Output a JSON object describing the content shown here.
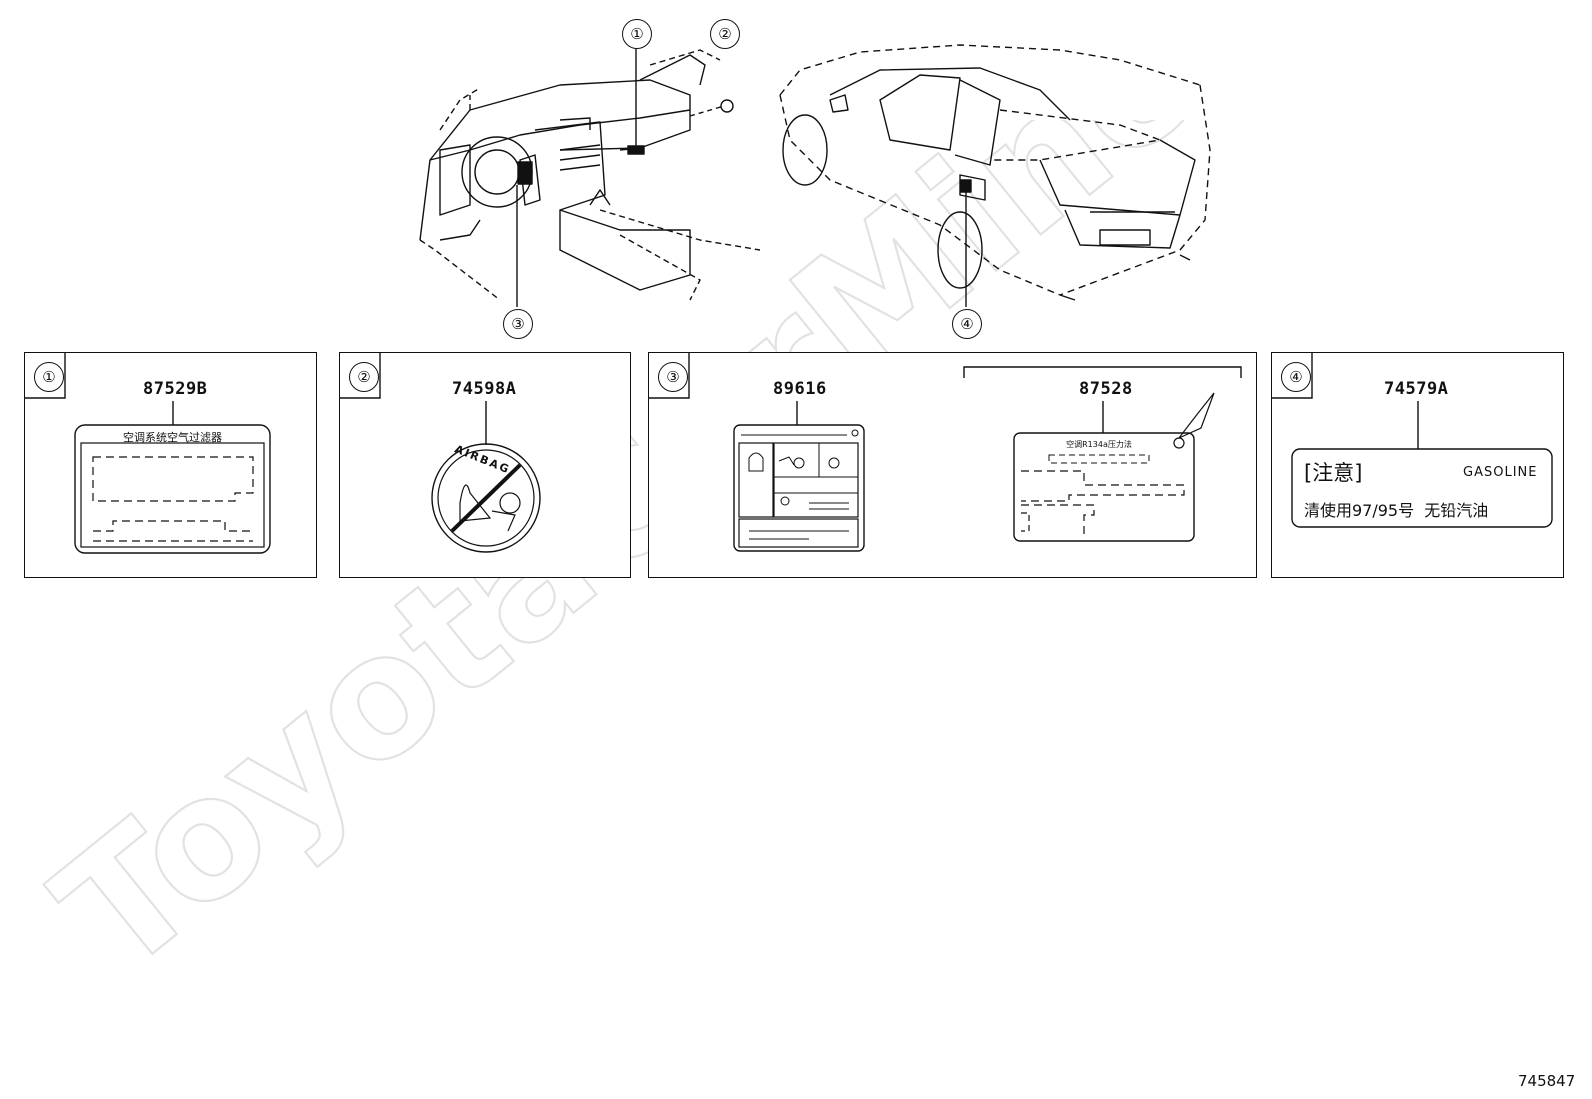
{
  "callouts": {
    "c1": "①",
    "c2": "②",
    "c3": "③",
    "c4": "④"
  },
  "panels": [
    {
      "num": "①",
      "part_no": "87529B",
      "label_text": "空调系统空气过滤器"
    },
    {
      "num": "②",
      "part_no": "74598A",
      "label_text": "AIRBAG"
    },
    {
      "num": "③",
      "part_no_left": "89616",
      "part_no_right": "87528",
      "tag_text": "空调R134a压力法"
    },
    {
      "num": "④",
      "part_no": "74579A",
      "caution": "[注意]",
      "gasoline": "GASOLINE",
      "fuel_text": "清使用97/95号  无铅汽油"
    }
  ],
  "watermark": "ToyotaCarMine.ru",
  "diagram_number": "745847"
}
